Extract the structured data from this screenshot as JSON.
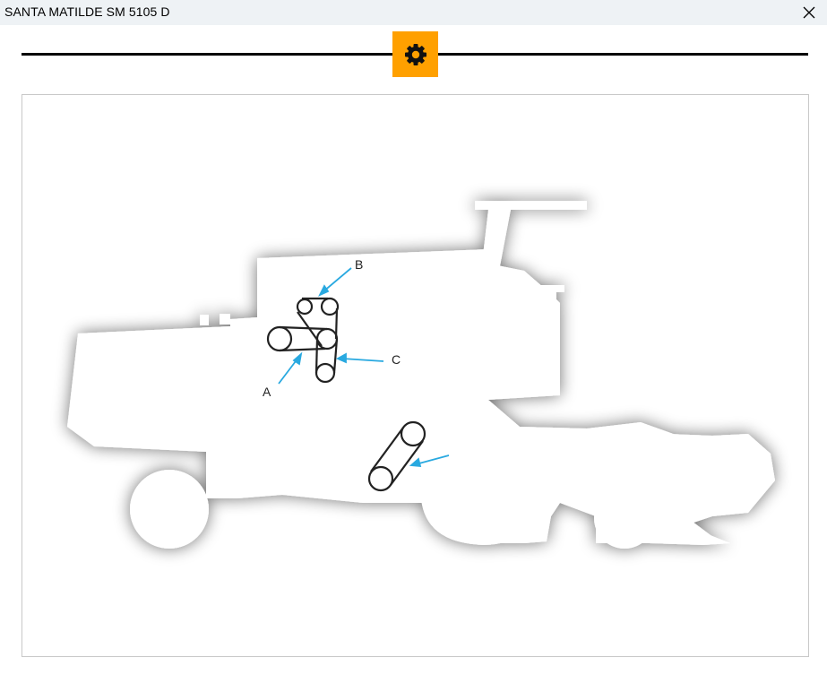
{
  "window": {
    "title": "SANTA MATILDE SM 5105 D"
  },
  "toolbar": {
    "settings_icon": "gear-icon",
    "accent_color": "#ffa000"
  },
  "diagram": {
    "labels": {
      "a": "A",
      "b": "B",
      "c": "C"
    },
    "arrow_color": "#29a9e0"
  }
}
